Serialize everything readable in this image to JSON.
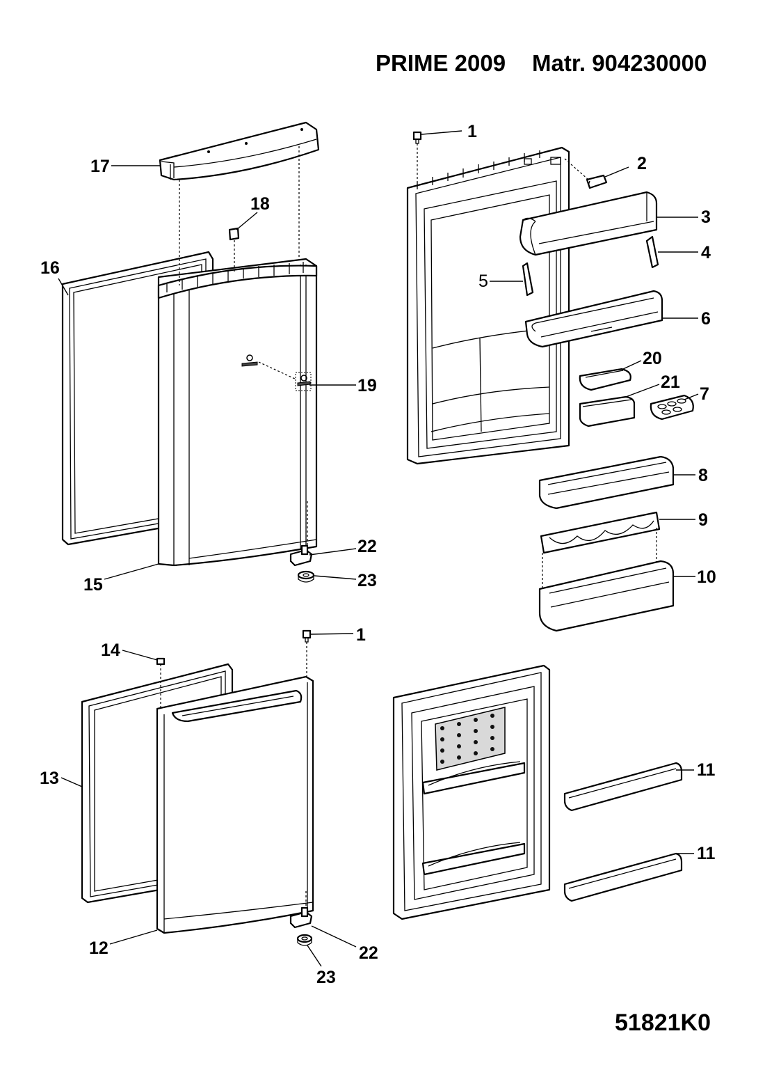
{
  "header": {
    "model": "PRIME 2009",
    "material": "Matr. 904230000"
  },
  "footer": {
    "code": "51821K0"
  },
  "callouts": {
    "c1_top": "1",
    "c2": "2",
    "c3": "3",
    "c4": "4",
    "c5": "5",
    "c6": "6",
    "c7": "7",
    "c8": "8",
    "c9": "9",
    "c10": "10",
    "c11_a": "11",
    "c11_b": "11",
    "c12": "12",
    "c13": "13",
    "c14": "14",
    "c15": "15",
    "c16": "16",
    "c17": "17",
    "c18": "18",
    "c19": "19",
    "c20": "20",
    "c21": "21",
    "c22_top": "22",
    "c23_top": "23",
    "c1_bottom": "1",
    "c22_bottom": "22",
    "c23_bottom": "23"
  }
}
